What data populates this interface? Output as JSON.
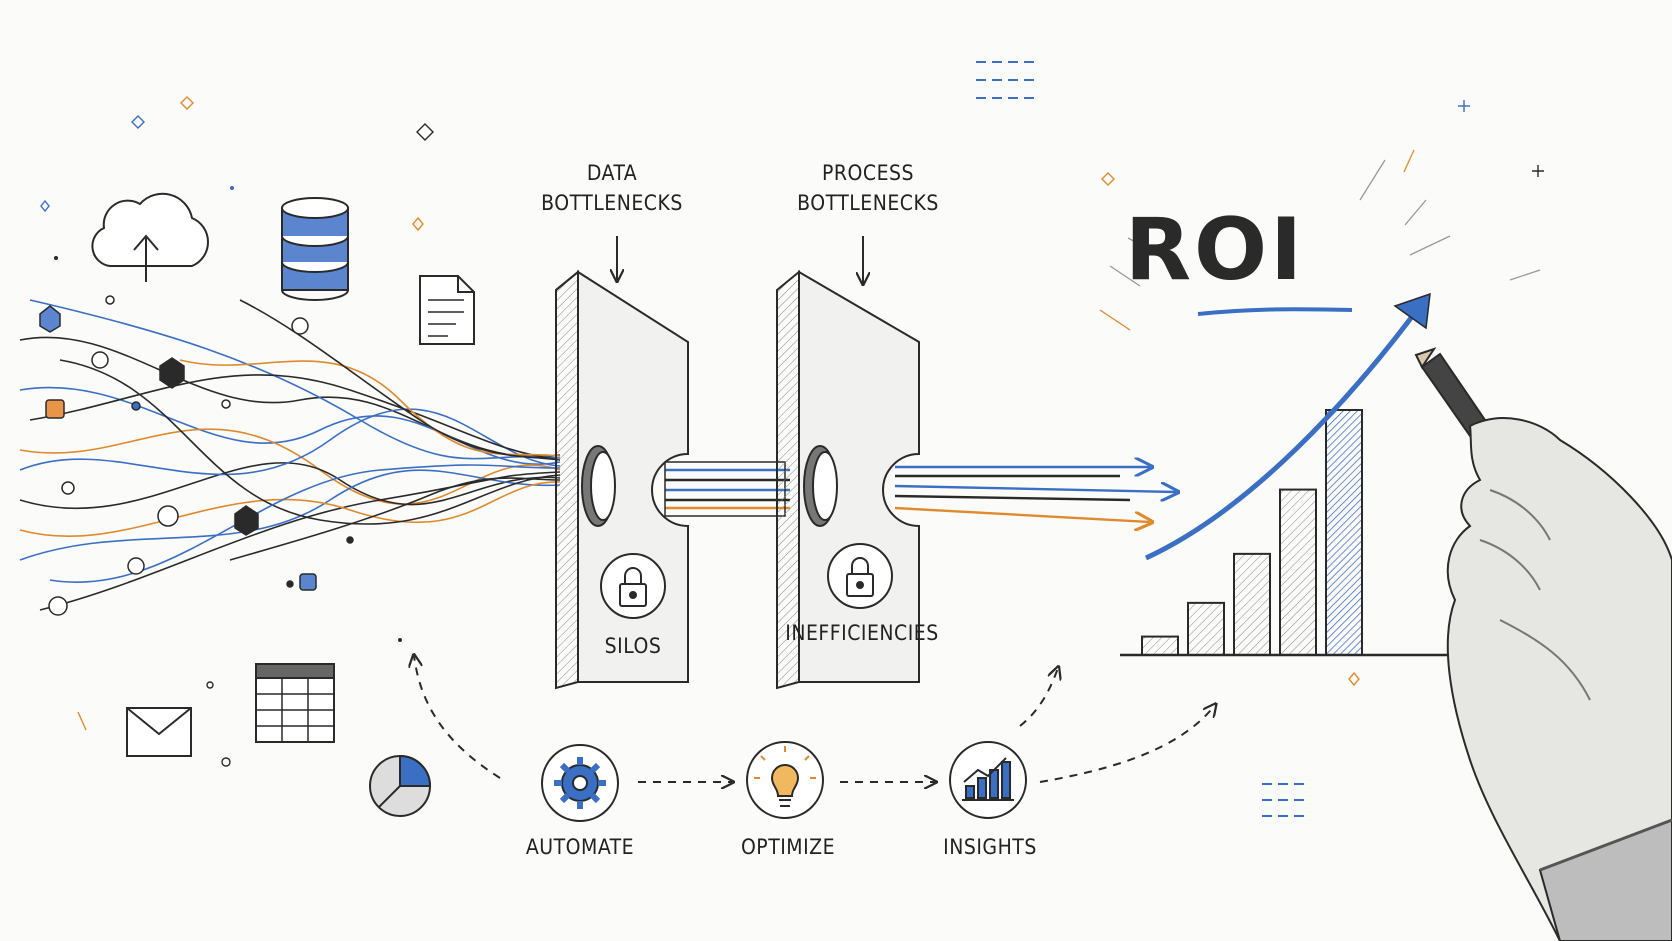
{
  "labels": {
    "data_bottlenecks": "DATA\nBOTTLENECKS",
    "process_bottlenecks": "PROCESS\nBOTTLENECKS",
    "silos": "SILOS",
    "inefficiencies": "INEFFICIENCIES",
    "roi": "ROI"
  },
  "steps": [
    {
      "label": "AUTOMATE",
      "icon": "gear-icon"
    },
    {
      "label": "OPTIMIZE",
      "icon": "lightbulb-icon"
    },
    {
      "label": "INSIGHTS",
      "icon": "bar-chart-icon"
    }
  ],
  "roi_chart": {
    "type": "bar",
    "values": [
      1,
      2,
      3,
      4,
      5
    ]
  },
  "colors": {
    "blue": "#3a6fc4",
    "orange": "#e08a2e",
    "ink": "#2a2a2a",
    "paper": "#fbfbfa"
  },
  "left_icons": [
    "cloud-upload-icon",
    "database-icon",
    "document-icon",
    "spreadsheet-icon",
    "email-icon",
    "pie-chart-icon"
  ]
}
